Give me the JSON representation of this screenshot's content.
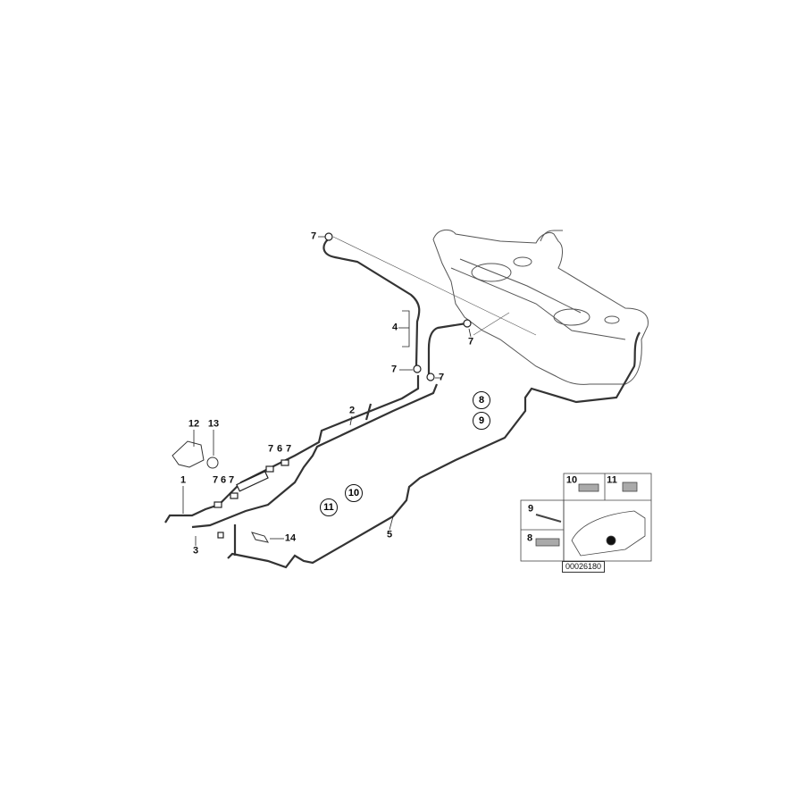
{
  "diagram": {
    "callouts": [
      {
        "id": "7a",
        "text": "7"
      },
      {
        "id": "4",
        "text": "4"
      },
      {
        "id": "7b",
        "text": "7"
      },
      {
        "id": "7c",
        "text": "7"
      },
      {
        "id": "7d",
        "text": "7"
      },
      {
        "id": "2",
        "text": "2"
      },
      {
        "id": "12",
        "text": "12"
      },
      {
        "id": "13",
        "text": "13"
      },
      {
        "id": "7e",
        "text": "7"
      },
      {
        "id": "6a",
        "text": "6"
      },
      {
        "id": "7f",
        "text": "7"
      },
      {
        "id": "1",
        "text": "1"
      },
      {
        "id": "7g",
        "text": "7"
      },
      {
        "id": "6b",
        "text": "6"
      },
      {
        "id": "7h",
        "text": "7"
      },
      {
        "id": "3",
        "text": "3"
      },
      {
        "id": "14",
        "text": "14"
      },
      {
        "id": "5",
        "text": "5"
      }
    ],
    "circled": [
      {
        "text": "8"
      },
      {
        "text": "9"
      },
      {
        "text": "11"
      },
      {
        "text": "10"
      }
    ],
    "inset": {
      "labels": [
        "10",
        "11",
        "9",
        "8"
      ],
      "code": "00026180"
    }
  }
}
